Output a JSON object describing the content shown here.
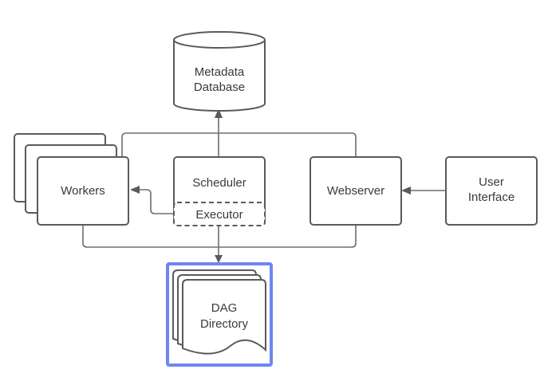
{
  "diagram": {
    "nodes": {
      "metadata_db": {
        "line1": "Metadata",
        "line2": "Database",
        "shape": "cylinder"
      },
      "workers": {
        "label": "Workers",
        "shape": "stacked-rectangles"
      },
      "scheduler": {
        "label": "Scheduler",
        "shape": "rectangle"
      },
      "executor": {
        "label": "Executor",
        "shape": "dashed-rectangle"
      },
      "webserver": {
        "label": "Webserver",
        "shape": "rectangle"
      },
      "user_interface": {
        "line1": "User",
        "line2": "Interface",
        "shape": "rectangle"
      },
      "dag_directory": {
        "line1": "DAG",
        "line2": "Directory",
        "shape": "stacked-documents",
        "highlighted": true
      }
    },
    "edges": [
      {
        "from": "scheduler",
        "to": "metadata_db"
      },
      {
        "from": "workers",
        "to": "metadata_db"
      },
      {
        "from": "webserver",
        "to": "metadata_db"
      },
      {
        "from": "executor",
        "to": "workers"
      },
      {
        "from": "executor",
        "to": "dag_directory"
      },
      {
        "from": "workers",
        "to": "dag_directory"
      },
      {
        "from": "webserver",
        "to": "dag_directory"
      },
      {
        "from": "user_interface",
        "to": "webserver"
      }
    ],
    "colors": {
      "stroke": "#5a5a5a",
      "highlight": "#6f86f0",
      "text": "#3a3a3a"
    }
  }
}
